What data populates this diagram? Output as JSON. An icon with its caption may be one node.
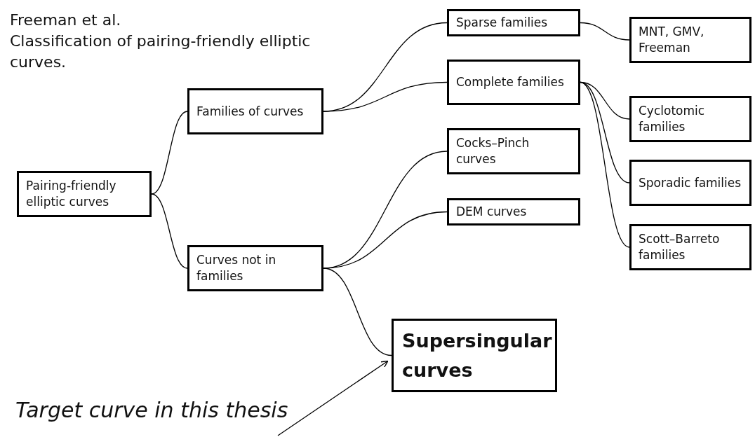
{
  "diagram": {
    "title": "Classification of pairing-friendly elliptic curves.",
    "nodes": [
      {
        "text": [
          "Pairing-friendly elliptic curves"
        ]
      },
      {
        "text": [
          "Families of curves"
        ]
      },
      {
        "text": [
          "Curves not in families"
        ]
      },
      {
        "text": [
          "Sparse families"
        ]
      },
      {
        "text": [
          "Complete families"
        ]
      },
      {
        "text": [
          "Cocks–Pinch curves"
        ]
      },
      {
        "text": [
          "DEM curves"
        ]
      },
      {
        "text": [
          "MNT, GMV, Freeman"
        ]
      },
      {
        "text": [
          "Cyclotomic families"
        ]
      },
      {
        "text": [
          "Sporadic families"
        ]
      },
      {
        "text": [
          "Scott–Barreto families"
        ]
      },
      {
        "text": [
          "Supersingular curves"
        ]
      },
      {
        "text": [
          "Target curve in this thesis"
        ]
      }
    ],
    "edges": [
      {
        "from": 0,
        "to": 1,
        "arrow": "none"
      },
      {
        "from": 0,
        "to": 2,
        "arrow": "none"
      },
      {
        "from": 1,
        "to": 3,
        "arrow": "none"
      },
      {
        "from": 1,
        "to": 4,
        "arrow": "none"
      },
      {
        "from": 2,
        "to": 5,
        "arrow": "none"
      },
      {
        "from": 2,
        "to": 6,
        "arrow": "none"
      },
      {
        "from": 2,
        "to": 11,
        "arrow": "none"
      },
      {
        "from": 3,
        "to": 7,
        "arrow": "none"
      },
      {
        "from": 4,
        "to": 8,
        "arrow": "none"
      },
      {
        "from": 4,
        "to": 9,
        "arrow": "none"
      },
      {
        "from": 4,
        "to": 10,
        "arrow": "none"
      },
      {
        "from": 12,
        "to": 11,
        "arrow": "to"
      }
    ],
    "labels": [
      "Freeman et al."
    ]
  }
}
